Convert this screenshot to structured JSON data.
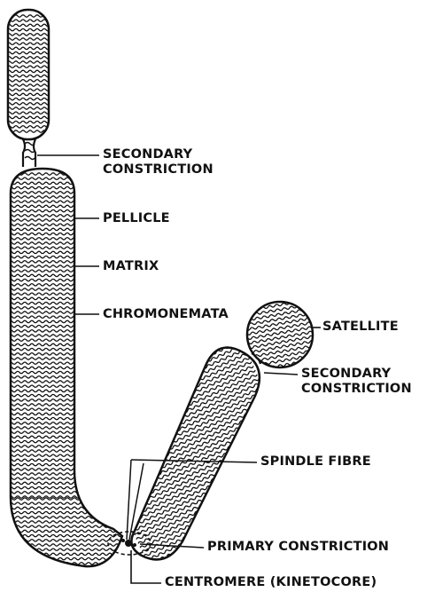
{
  "labels": {
    "secondary_constriction_upper": [
      "SECONDARY",
      "CONSTRICTION"
    ],
    "pellicle": "PELLICLE",
    "matrix": "MATRIX",
    "chromonemata": "CHROMONEMATA",
    "satellite": "SATELLITE",
    "secondary_constriction_right": [
      "SECONDARY",
      "CONSTRICTION"
    ],
    "spindle_fibre": "SPINDLE FIBRE",
    "primary_constriction": "PRIMARY CONSTRICTION",
    "centromere": "CENTROMERE (KINETOCORE)"
  },
  "colors": {
    "ink": "#111111",
    "paper": "#ffffff"
  }
}
